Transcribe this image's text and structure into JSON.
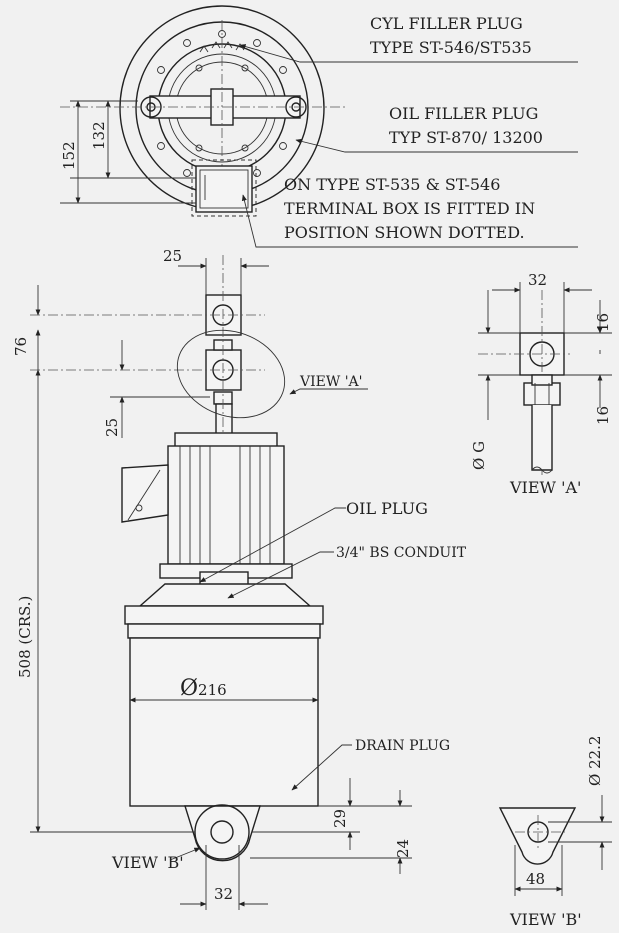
{
  "labels": {
    "cyl_filler_1": "CYL FILLER PLUG",
    "cyl_filler_2": "TYPE ST-546/ST535",
    "oil_filler_1": "OIL FILLER PLUG",
    "oil_filler_2": "TYP ST-870/ 13200",
    "note_1": "ON TYPE ST-535 & ST-546",
    "note_2": "TERMINAL BOX IS FITTED IN",
    "note_3": "POSITION SHOWN DOTTED.",
    "view_a_ref": "VIEW 'A'",
    "view_a_title": "VIEW 'A'",
    "oil_plug": "OIL PLUG",
    "conduit": "3/4\" BS CONDUIT",
    "drain_plug": "DRAIN PLUG",
    "view_b_ref": "VIEW 'B'",
    "view_b_title": "VIEW 'B'"
  },
  "dimensions": {
    "d152": "152",
    "d132": "132",
    "d25_top": "25",
    "d76": "76",
    "d25_left": "25",
    "d508": "508 (CRS.)",
    "dia216_sym": "Ø",
    "dia216_val": "216",
    "d29": "29",
    "d24": "24",
    "d32_bottom": "32",
    "d32_view_a": "32",
    "d16_a": "16",
    "d16_b": "16",
    "dia_g": "Ø G",
    "dia22": "Ø 22.2",
    "d48": "48"
  },
  "colors": {
    "background": "#f1f1f1",
    "line": "#222222"
  }
}
